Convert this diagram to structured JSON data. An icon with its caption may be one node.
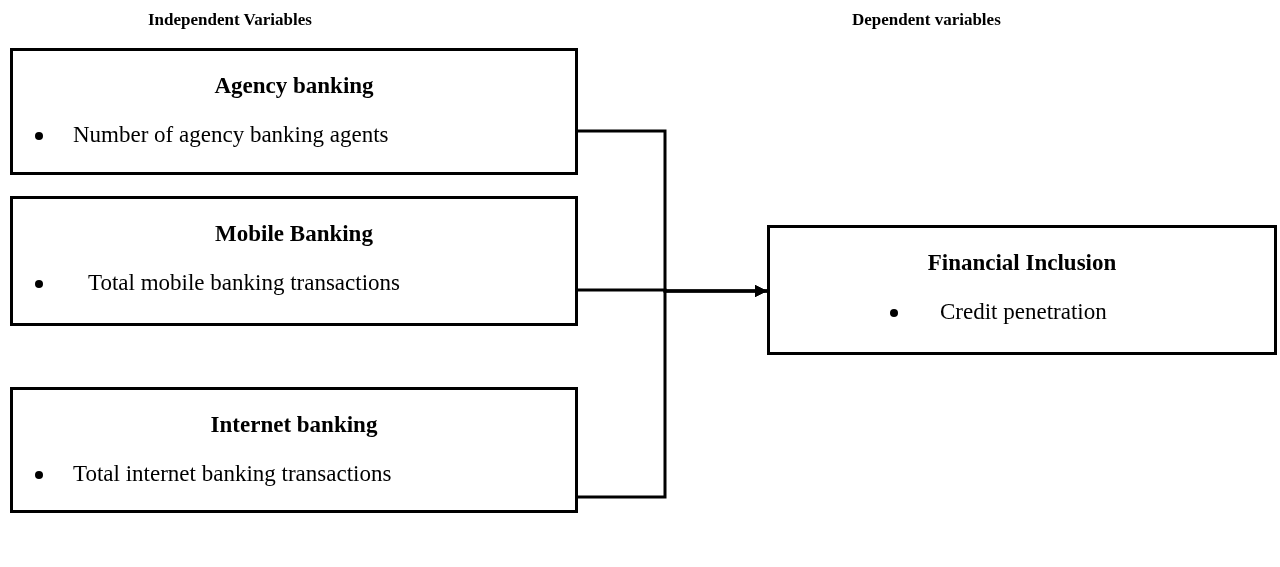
{
  "diagram": {
    "nodes": [
      {
        "text": [
          "Agency banking",
          "Number of agency banking agents"
        ]
      },
      {
        "text": [
          "Mobile Banking",
          "Total mobile banking transactions"
        ]
      },
      {
        "text": [
          "Internet banking",
          "Total internet banking transactions"
        ]
      },
      {
        "text": [
          "Financial Inclusion",
          "Credit penetration"
        ]
      }
    ],
    "edges": [
      {
        "from": 0,
        "to": 3,
        "arrow": "to"
      },
      {
        "from": 1,
        "to": 3,
        "arrow": "to"
      },
      {
        "from": 2,
        "to": 3,
        "arrow": "to"
      }
    ],
    "labels": [
      "Independent Variables",
      "Dependent variables"
    ]
  }
}
